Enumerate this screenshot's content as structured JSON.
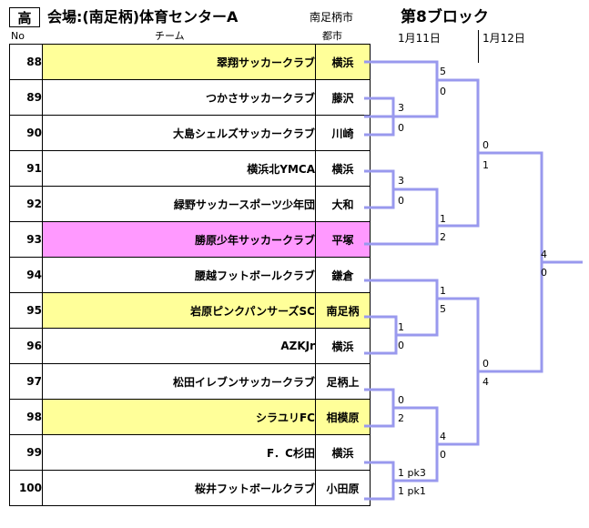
{
  "header": {
    "grade": "高",
    "venue": "会場:(南足柄)体育センターA",
    "city": "南足柄市",
    "block": "第8ブロック",
    "date1": "1月11日",
    "date2": "1月12日"
  },
  "columns": {
    "no": "No",
    "team": "チーム",
    "city": "都市"
  },
  "teams": [
    {
      "no": "88",
      "name": "翠翔サッカークラブ",
      "city": "横浜",
      "highlight": "yellow"
    },
    {
      "no": "89",
      "name": "つかさサッカークラブ",
      "city": "藤沢",
      "highlight": ""
    },
    {
      "no": "90",
      "name": "大島シェルズサッカークラブ",
      "city": "川崎",
      "highlight": ""
    },
    {
      "no": "91",
      "name": "横浜北YMCA",
      "city": "横浜",
      "highlight": ""
    },
    {
      "no": "92",
      "name": "緑野サッカースポーツ少年団",
      "city": "大和",
      "highlight": ""
    },
    {
      "no": "93",
      "name": "勝原少年サッカークラブ",
      "city": "平塚",
      "highlight": "pink"
    },
    {
      "no": "94",
      "name": "腰越フットボールクラブ",
      "city": "鎌倉",
      "highlight": ""
    },
    {
      "no": "95",
      "name": "岩原ピンクパンサーズSC",
      "city": "南足柄",
      "highlight": "yellow"
    },
    {
      "no": "96",
      "name": "AZKJr",
      "city": "横浜",
      "highlight": ""
    },
    {
      "no": "97",
      "name": "松田イレブンサッカークラブ",
      "city": "足柄上",
      "highlight": ""
    },
    {
      "no": "98",
      "name": "シラユリFC",
      "city": "相模原",
      "highlight": "yellow"
    },
    {
      "no": "99",
      "name": "F．C杉田",
      "city": "横浜",
      "highlight": ""
    },
    {
      "no": "100",
      "name": "桜井フットボールクラブ",
      "city": "小田原",
      "highlight": ""
    }
  ],
  "scores": {
    "m89_90": [
      "3",
      "0"
    ],
    "m88_r": [
      "5",
      "0"
    ],
    "m91_92": [
      "3",
      "0"
    ],
    "m93_r": [
      "1",
      "2"
    ],
    "m1": [
      "0",
      "1"
    ],
    "m95_96": [
      "1",
      "0"
    ],
    "m94_r": [
      "1",
      "5"
    ],
    "m97_98": [
      "0",
      "2"
    ],
    "m99_100": [
      "1 pk3",
      "1 pk1"
    ],
    "m2r": [
      "4",
      "0"
    ],
    "m2": [
      "0",
      "4"
    ],
    "final": [
      "4",
      "0"
    ]
  },
  "colors": {
    "yellow": "#ffff99",
    "pink": "#ff99ff",
    "bracket": "#9999ee"
  }
}
